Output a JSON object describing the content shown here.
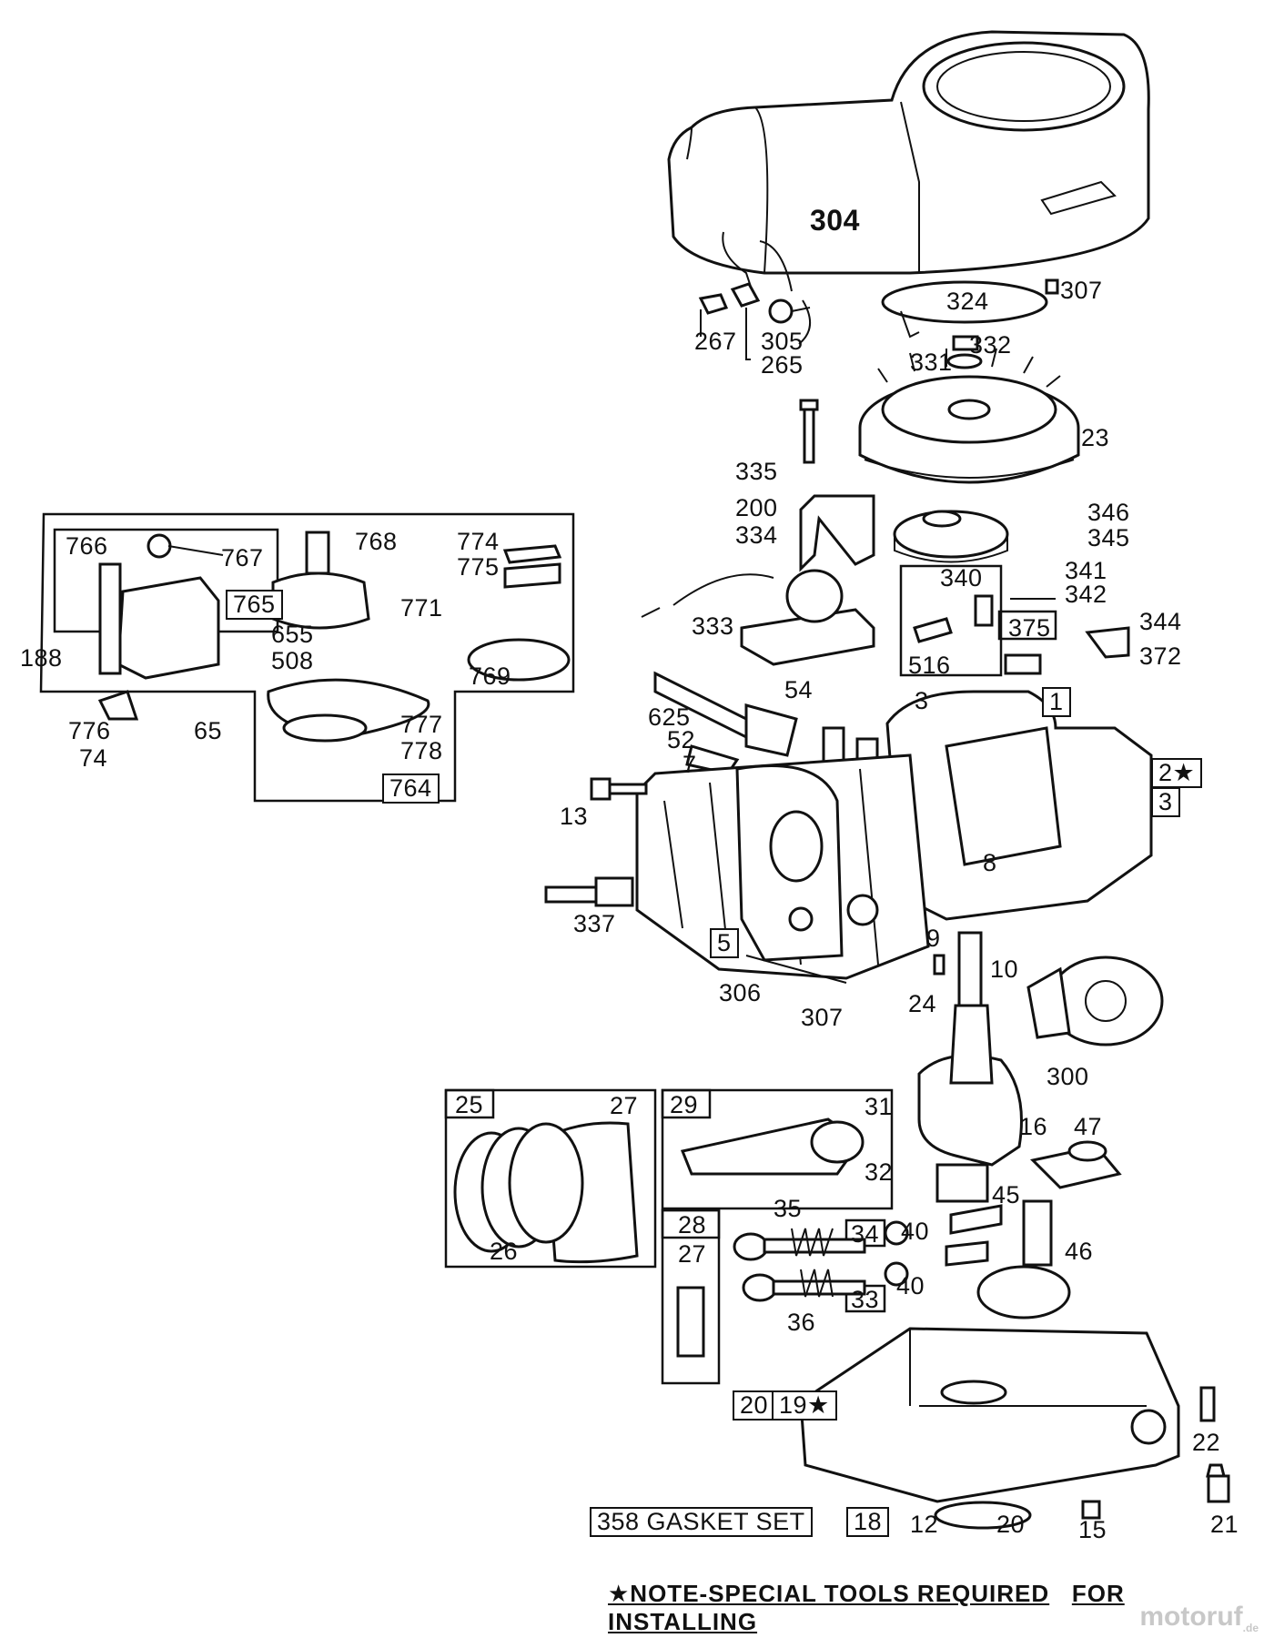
{
  "labels": {
    "l304": "304",
    "l307a": "307",
    "l324": "324",
    "l267": "267",
    "l305": "305",
    "l265": "265",
    "l332": "332",
    "l331": "331",
    "l23": "23",
    "l335": "335",
    "l200": "200",
    "l334": "334",
    "l346": "346",
    "l345": "345",
    "l340": "340",
    "l341": "341",
    "l342": "342",
    "l375": "375",
    "l344": "344",
    "l372": "372",
    "l516": "516",
    "l333": "333",
    "l54": "54",
    "l625": "625",
    "l52": "52",
    "l7": "7",
    "l3a": "3",
    "l1": "1",
    "l2": "2★",
    "l3b": "3",
    "l13": "13",
    "l8": "8",
    "l337": "337",
    "l5": "5",
    "l306": "306",
    "l9": "9",
    "l10": "10",
    "l307b": "307",
    "l24": "24",
    "l300": "300",
    "l766": "766",
    "l767": "767",
    "l768": "768",
    "l774": "774",
    "l775": "775",
    "l765": "765",
    "l771": "771",
    "l655": "655",
    "l508": "508",
    "l188": "188",
    "l769": "769",
    "l776": "776",
    "l65": "65",
    "l74": "74",
    "l777": "777",
    "l778": "778",
    "l764": "764",
    "l25": "25",
    "l27a": "27",
    "l26": "26",
    "l29": "29",
    "l31": "31",
    "l32": "32",
    "l16": "16",
    "l47": "47",
    "l28": "28",
    "l35": "35",
    "l34": "34",
    "l40a": "40",
    "l45": "45",
    "l27b": "27",
    "l36": "36",
    "l33": "33",
    "l40b": "40",
    "l46": "46",
    "l20a": "20",
    "l19": "19★",
    "l22": "22",
    "l21": "21",
    "l358": "358 GASKET SET",
    "l18": "18",
    "l12": "12",
    "l20b": "20",
    "l15": "15"
  },
  "note": {
    "prefix": "★NOTE-SPECIAL TOOLS REQUIRED",
    "suffix": "FOR INSTALLING"
  },
  "watermark": {
    "name": "motoruf",
    "tld": ".de"
  }
}
